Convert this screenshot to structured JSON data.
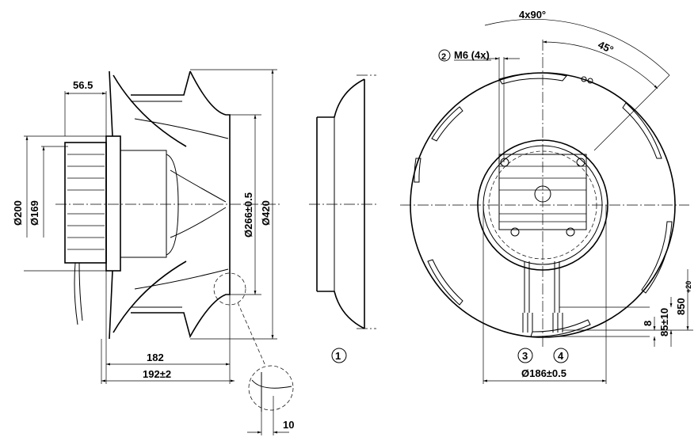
{
  "side_view": {
    "dim_motor_length": "56.5",
    "dim_d200": "Ø200",
    "dim_d169": "Ø169",
    "dim_d266": "Ø266±0.5",
    "dim_d420": "Ø420",
    "dim_182": "182",
    "dim_192": "192±2",
    "dim_detail_10": "10"
  },
  "inlet_ring": {
    "callout": "1"
  },
  "front_view": {
    "angle_pattern": "4x90°",
    "angle_offset": "45°",
    "callout_2": "2",
    "thread": "M6 (4x)",
    "callout_3": "3",
    "callout_4": "4",
    "dim_d186": "Ø186±0.5",
    "dim_8": "8",
    "dim_85": "85±10",
    "dim_850": "850",
    "dim_850_tol": "+20"
  }
}
